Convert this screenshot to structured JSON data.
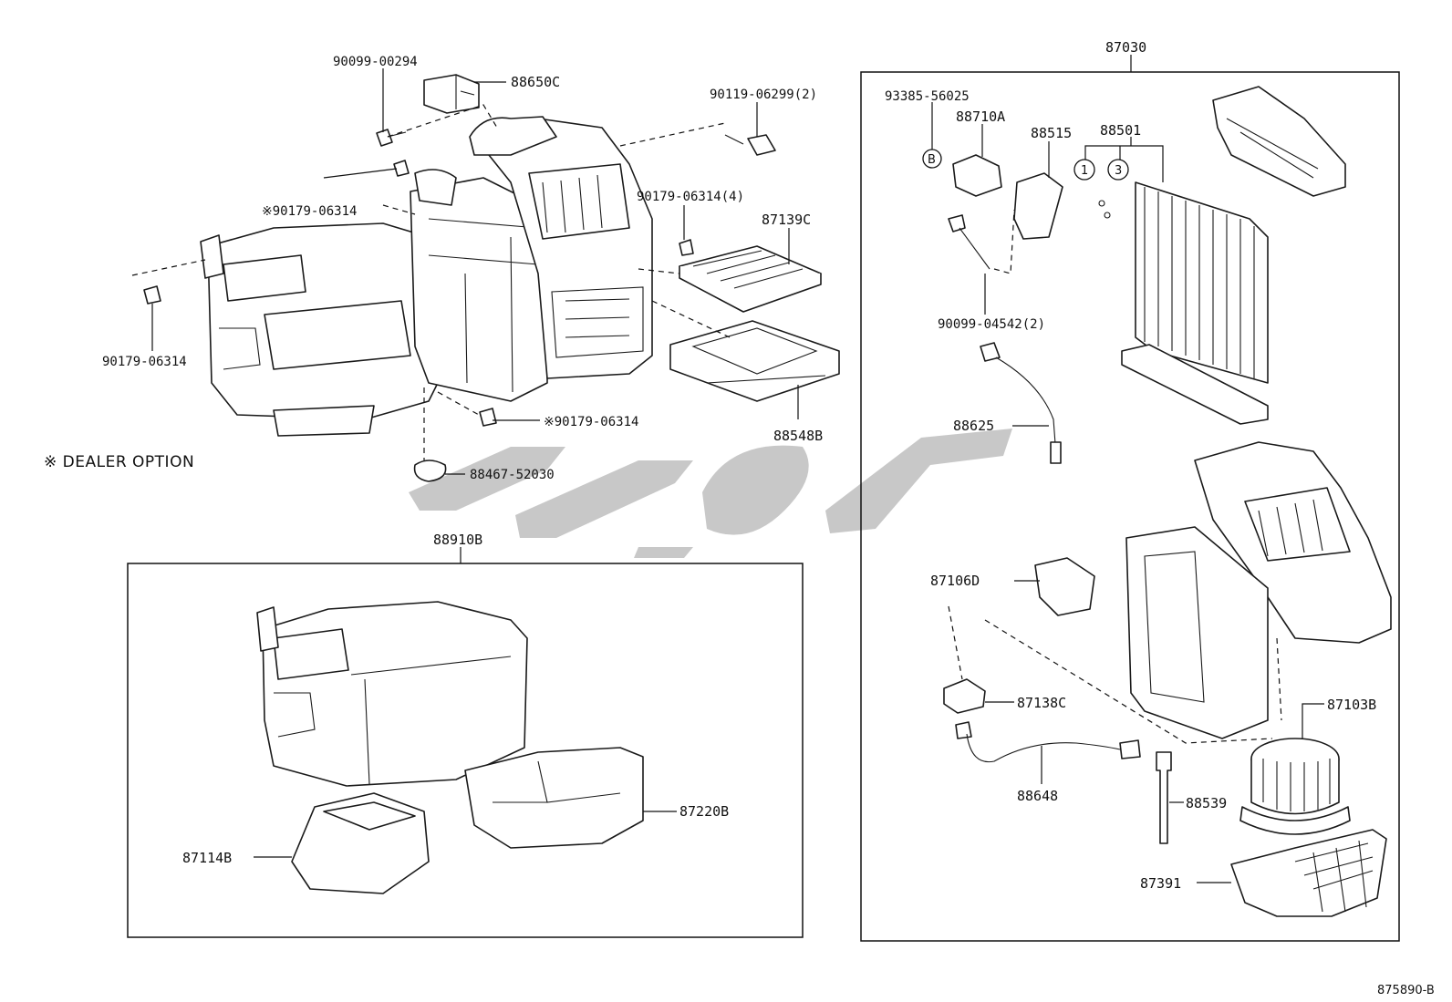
{
  "labels": {
    "p90099_00294": "90099-00294",
    "p88650C": "88650C",
    "p90119_06299": "90119-06299(2)",
    "p90179_06314_opt_a": "※90179-06314",
    "p90179_06314_x4": "90179-06314(4)",
    "p87139C": "87139C",
    "p90179_06314_left": "90179-06314",
    "p90179_06314_opt_b": "※90179-06314",
    "p88548B": "88548B",
    "p88467_52030": "88467-52030",
    "dealer_option": "※  DEALER OPTION",
    "p88910B": "88910B",
    "p87220B": "87220B",
    "p87114B": "87114B",
    "p87030": "87030",
    "p93385_56025": "93385-56025",
    "p88710A": "88710A",
    "p88515": "88515",
    "p88501": "88501",
    "circle_B": "B",
    "circle_1": "1",
    "circle_3": "3",
    "p90099_04542": "90099-04542(2)",
    "p88625": "88625",
    "p87106D": "87106D",
    "p87138C": "87138C",
    "p88648": "88648",
    "p87103B": "87103B",
    "p88539": "88539",
    "p87391": "87391",
    "drawing_code": "875890-B"
  }
}
